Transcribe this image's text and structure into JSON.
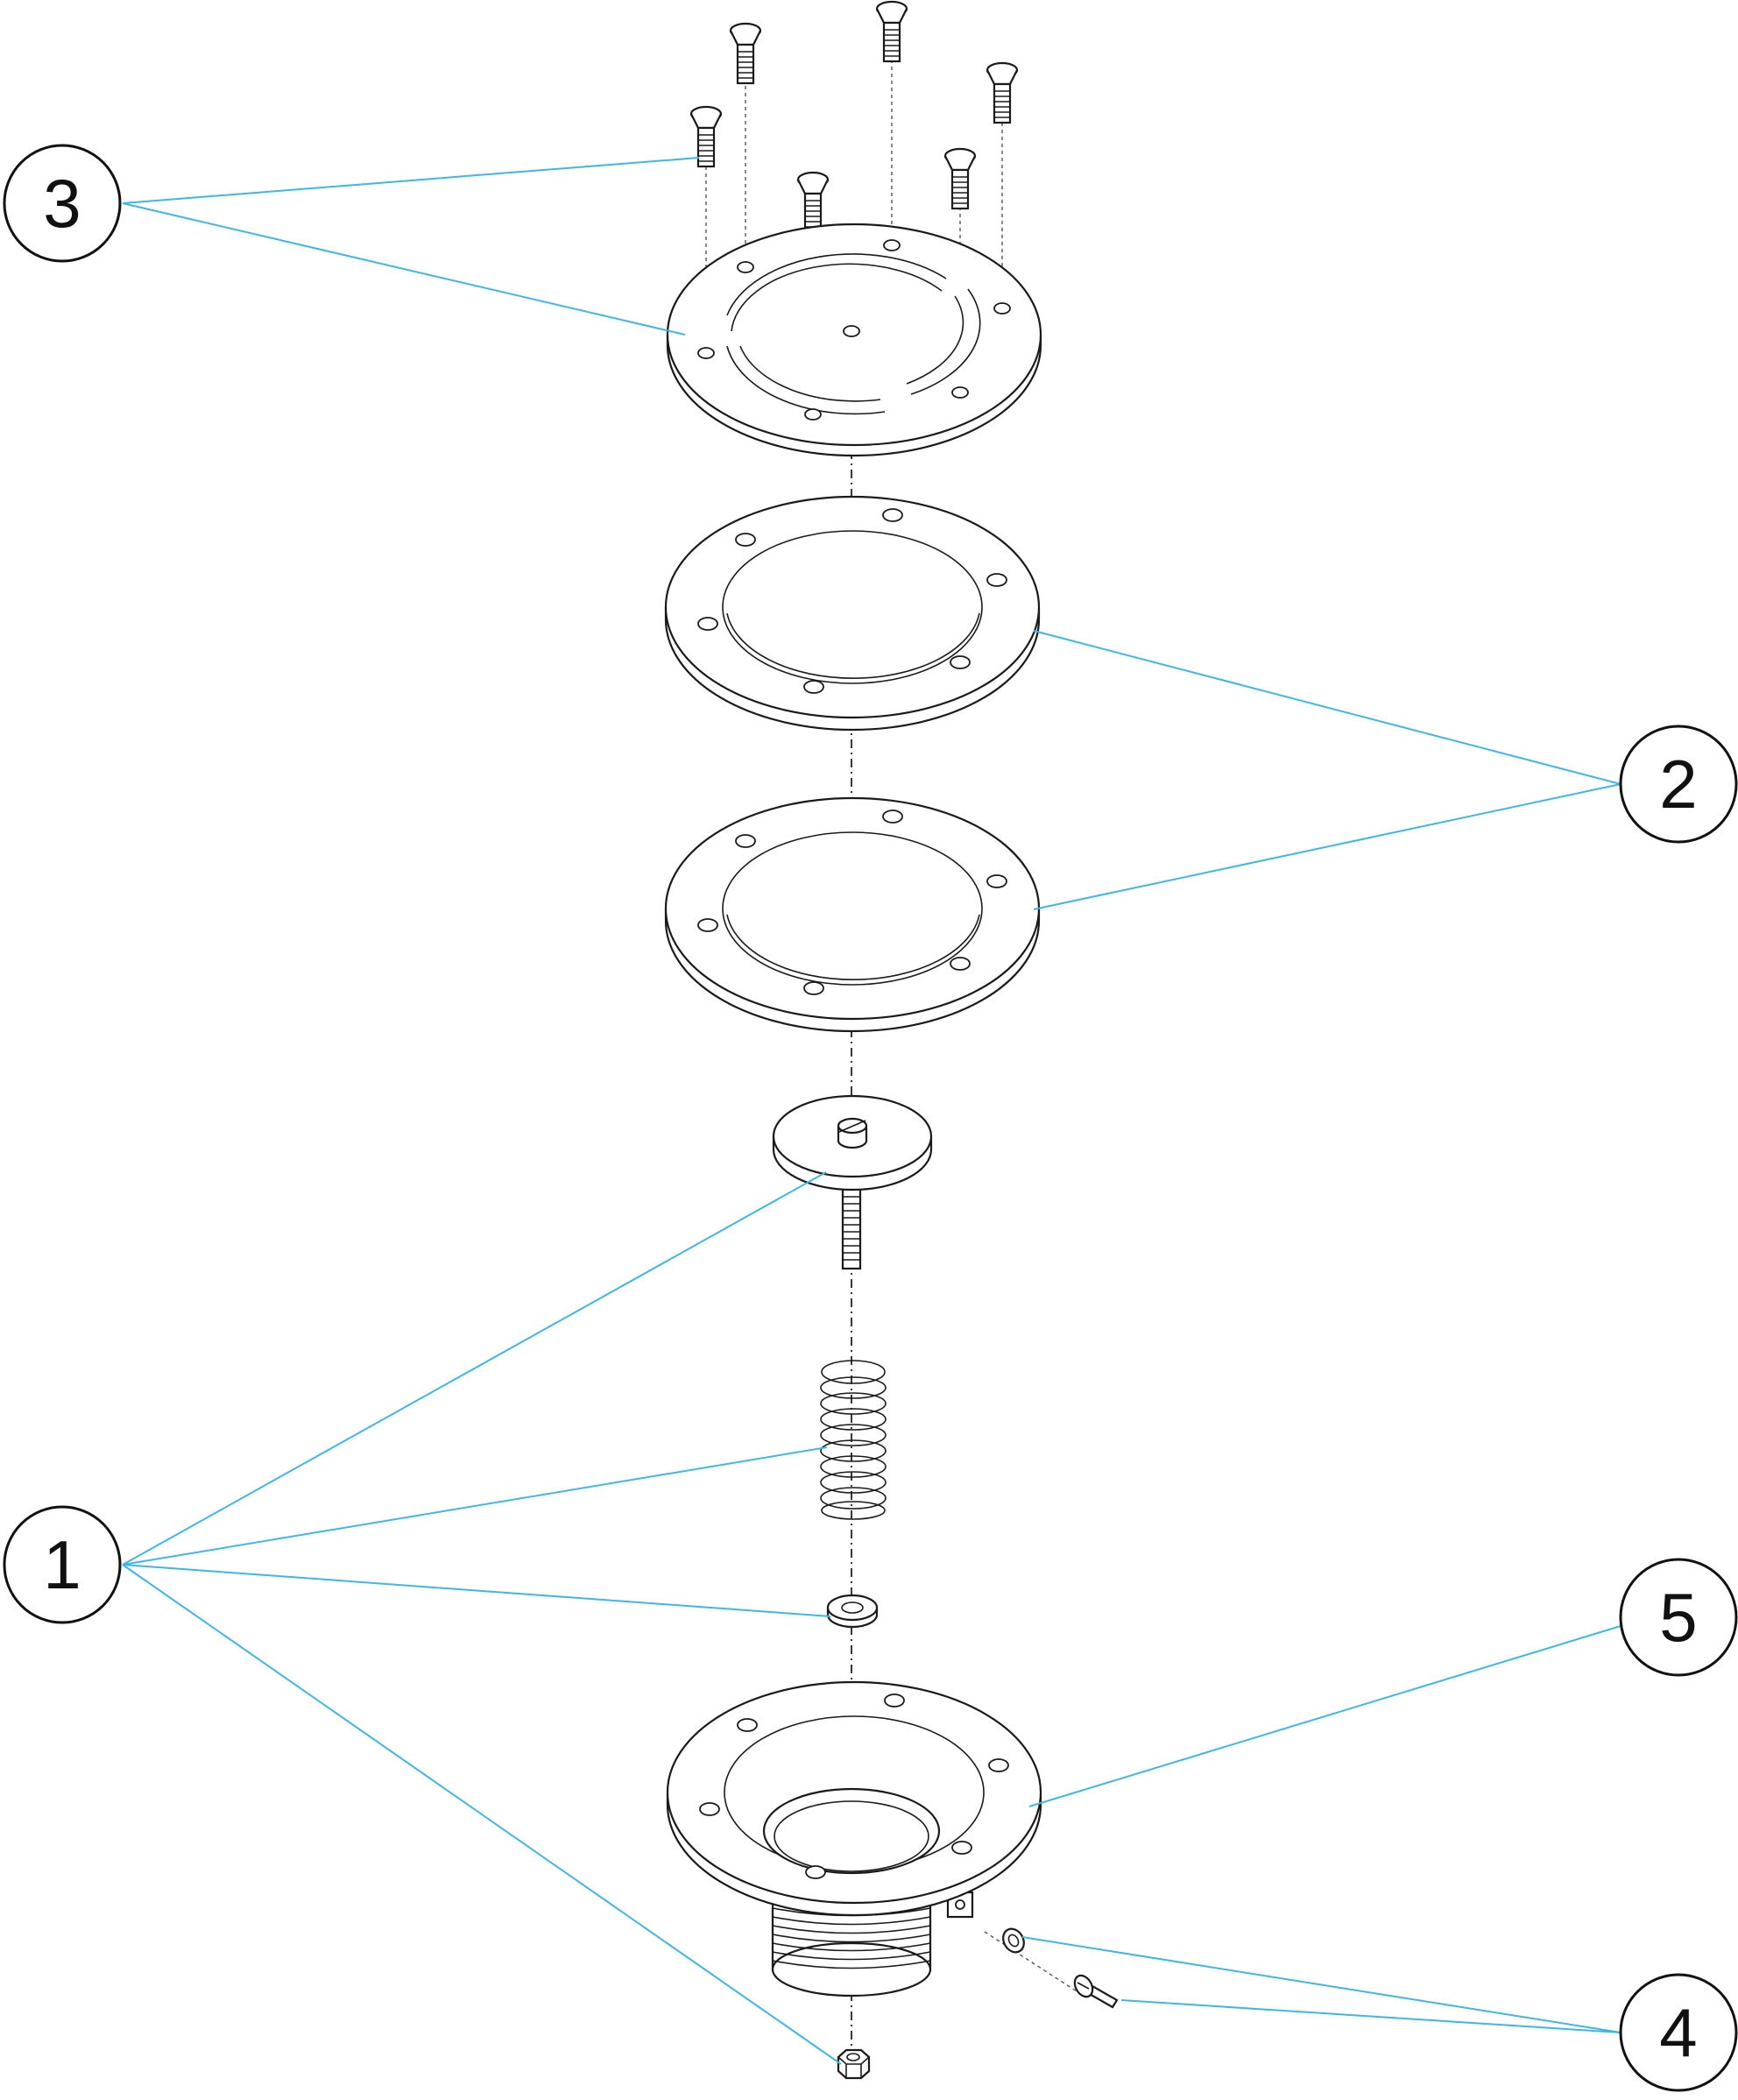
{
  "colors": {
    "leader": "#3fb6e6",
    "line": "#1a1a1a",
    "background": "#ffffff"
  },
  "callouts": [
    {
      "id": "3",
      "label": "3"
    },
    {
      "id": "2",
      "label": "2"
    },
    {
      "id": "1",
      "label": "1"
    },
    {
      "id": "5",
      "label": "5"
    },
    {
      "id": "4",
      "label": "4"
    }
  ]
}
